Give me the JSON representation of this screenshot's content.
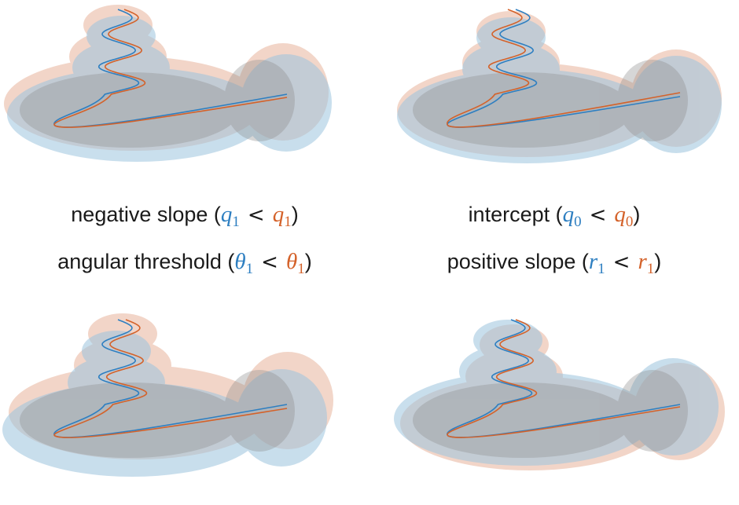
{
  "colors": {
    "blue": "#2e7fc1",
    "orange": "#d4622a",
    "blue_tube": "#9cc4de",
    "orange_tube": "#e8b49c",
    "grey": "#8c8c8c"
  },
  "captions": [
    {
      "label": "negative slope (",
      "a": "q",
      "a_sub": "1",
      "op": "<",
      "b": "q",
      "b_sub": "1",
      "close": ")"
    },
    {
      "label": "intercept (",
      "a": "q",
      "a_sub": "0",
      "op": "<",
      "b": "q",
      "b_sub": "0",
      "close": ")"
    },
    {
      "label": "angular threshold (",
      "a": "θ",
      "a_sub": "1",
      "op": "<",
      "b": "θ",
      "b_sub": "1",
      "close": ")"
    },
    {
      "label": "positive slope (",
      "a": "r",
      "a_sub": "1",
      "op": "<",
      "b": "r",
      "b_sub": "1",
      "close": ")"
    }
  ]
}
